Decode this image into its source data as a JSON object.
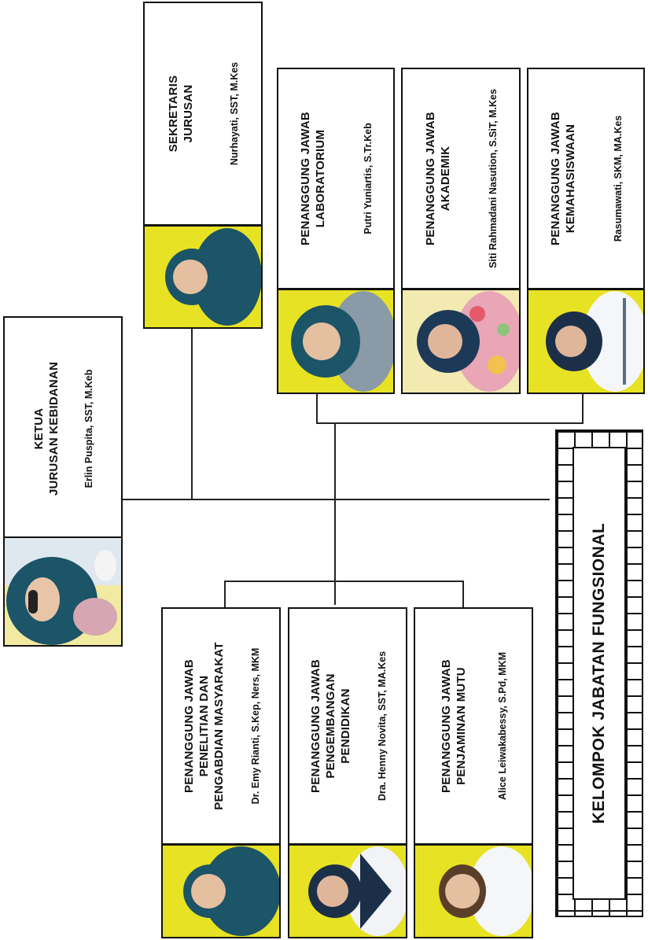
{
  "colors": {
    "photo_bg": "#e7e224",
    "hijab_teal": "#1c5468",
    "line": "#222222"
  },
  "ketua": {
    "title_lines": [
      "KETUA",
      "JURUSAN KEBIDANAN"
    ],
    "name": "Erlin Puspita, SST, M.Keb"
  },
  "sekretaris": {
    "title_lines": [
      "SEKRETARIS",
      "JURUSAN"
    ],
    "name": "Nurhayati, SST, M.Kes"
  },
  "top_group": [
    {
      "title_lines": [
        "PENANGGUNG JAWAB",
        "LABORATORIUM"
      ],
      "name": "Putri Yuniartis, S.Tr.Keb"
    },
    {
      "title_lines": [
        "PENANGGUNG JAWAB",
        "AKADEMIK"
      ],
      "name": "Siti Rahmadani Nasution, S.SiT, M.Kes"
    },
    {
      "title_lines": [
        "PENANGGUNG JAWAB",
        "KEMAHASISWAAN"
      ],
      "name": "Rasumawati, SKM, MA.Kes"
    }
  ],
  "bottom_group": [
    {
      "title_lines": [
        "PENANGGUNG JAWAB",
        "PENELITIAN DAN",
        "PENGABDIAN MASYARAKAT"
      ],
      "name": "Dr. Emy Rianti, S.Kep, Ners, MKM"
    },
    {
      "title_lines": [
        "PENANGGUNG JAWAB",
        "PENGEMBANGAN",
        "PENDIDIKAN"
      ],
      "name": "Dra. Henny Novita, SST, MA.Kes"
    },
    {
      "title_lines": [
        "PENANGGUNG JAWAB",
        "PENJAMINAN MUTU"
      ],
      "name": "Alice Leiwakabessy, S.Pd, MKM"
    }
  ],
  "fungsional": {
    "label": "KELOMPOK JABATAN FUNGSIONAL"
  }
}
